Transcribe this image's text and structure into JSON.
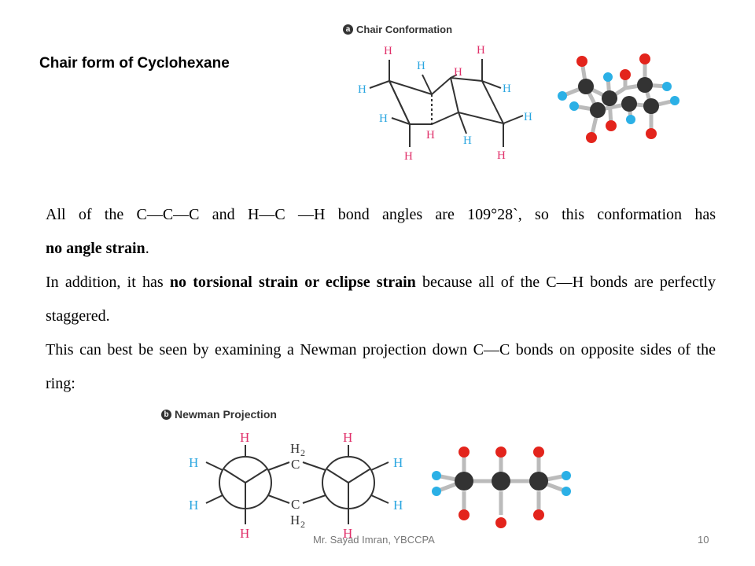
{
  "slide": {
    "title": "Chair form of Cyclohexane",
    "figure_a": {
      "badge": "a",
      "label": "Chair Conformation"
    },
    "figure_b": {
      "badge": "b",
      "label": "Newman Projection"
    },
    "atoms": {
      "H": "H",
      "C": "C",
      "H2": "H",
      "sub2": "2"
    },
    "paragraphs": {
      "p1_a": "All of the C—C—C and H—C —H bond angles are 109°28`, so this conformation has",
      "p1_b": "no angle strain",
      "p1_c": ".",
      "p2_a": "In addition, it has ",
      "p2_b": "no torsional strain or eclipse strain",
      "p2_c": " because all of the C—H bonds are perfectly staggered.",
      "p3": "This can best be seen by examining a Newman projection down C—C bonds on opposite sides of the ring:"
    },
    "footer": {
      "author": "Mr. Sayad Imran, YBCCPA",
      "page": "10"
    },
    "colors": {
      "axial_h": "#e0306a",
      "equatorial_h": "#2aa6e0",
      "carbon": "#333333",
      "red_atom": "#e3241c",
      "blue_atom": "#2bb0e6"
    }
  }
}
